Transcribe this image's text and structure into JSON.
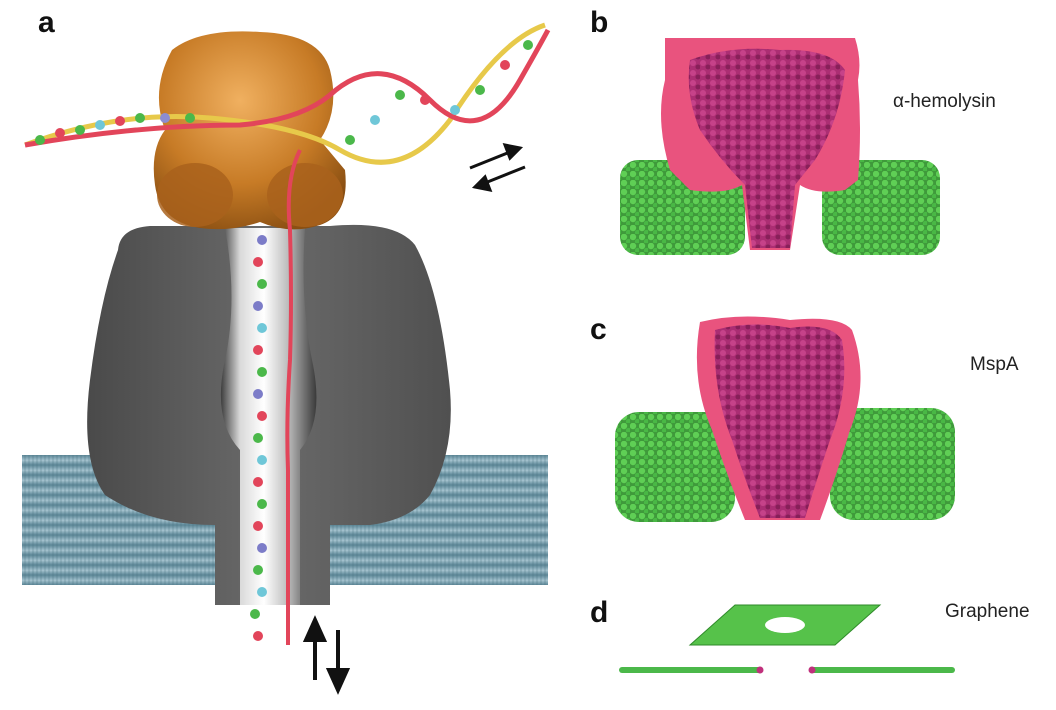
{
  "panels": [
    {
      "letter": "a"
    },
    {
      "letter": "b",
      "label": "α-hemolysin"
    },
    {
      "letter": "c",
      "label": "MspA"
    },
    {
      "letter": "d",
      "label": "Graphene"
    }
  ],
  "colors": {
    "motor_protein": "#c87f2a",
    "pore_grey": "#5d5d5d",
    "membrane": "#6f95a3",
    "dna_strand_red": "#e2455a",
    "dna_strand_yellow": "#e7c94a",
    "pore_pink": "#e9537e",
    "pore_magenta": "#a0206a",
    "green_domain": "#4bb84a"
  },
  "icons": [
    "double-arrow-diagonal-icon",
    "double-arrow-vertical-icon"
  ]
}
